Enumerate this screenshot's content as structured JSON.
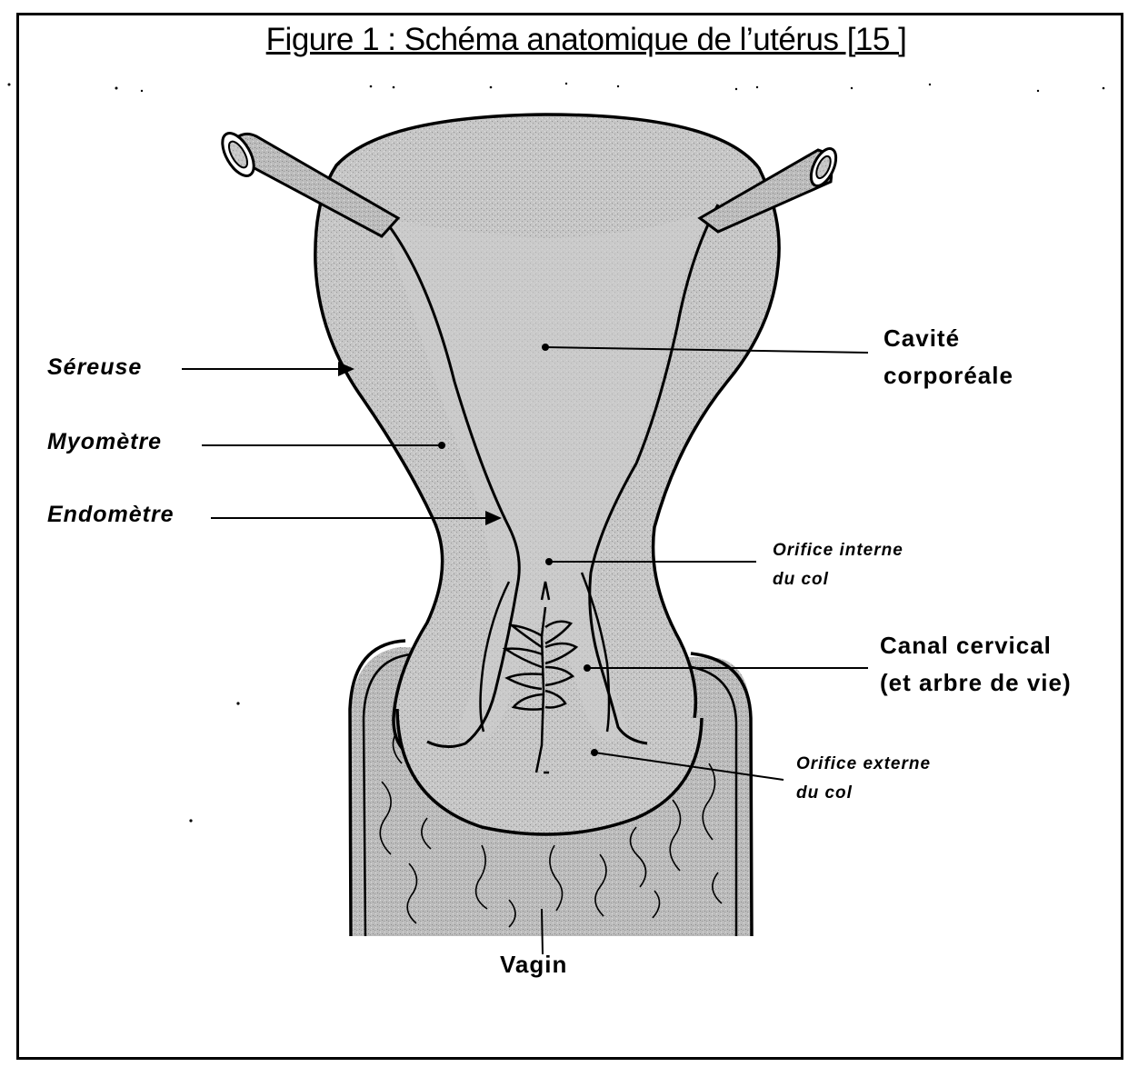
{
  "figure": {
    "title": "Figure 1 : Schéma anatomique de l’utérus  [15 ]"
  },
  "labels": {
    "sereuse": "Séreuse",
    "myometre": "Myomètre",
    "endometre": "Endomètre",
    "cavite_line1": "Cavité",
    "cavite_line2": "corporéale",
    "orifice_interne_line1": "Orifice interne",
    "orifice_interne_line2": "du col",
    "canal_line1": "Canal cervical",
    "canal_line2": "(et arbre de vie)",
    "orifice_externe_line1": "Orifice externe",
    "orifice_externe_line2": "du col",
    "vagin": "Vagin"
  },
  "colors": {
    "tissue": "#c4c4c4",
    "tissue_dark": "#a9a9a9",
    "line": "#000000",
    "background": "#ffffff"
  }
}
